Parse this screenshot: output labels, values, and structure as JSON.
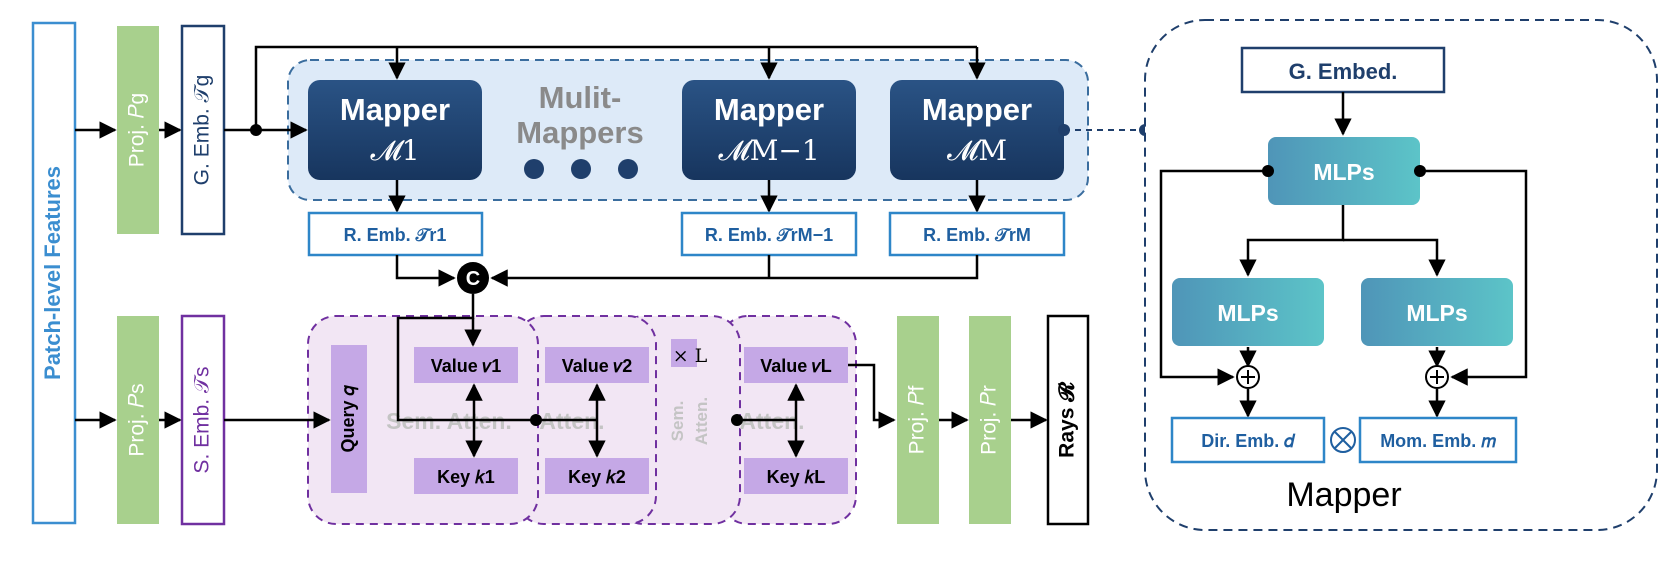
{
  "input_features": "Patch-level Features",
  "proj_g": "Proj. 𝑃g",
  "g_emb": "G. Emb. 𝒯g",
  "multi_mappers": [
    "Mulit-",
    "Mappers"
  ],
  "mappers": [
    {
      "line1": "Mapper",
      "line2": "𝓜1"
    },
    {
      "line1": "Mapper",
      "line2": "𝓜M−1"
    },
    {
      "line1": "Mapper",
      "line2": "𝓜M"
    }
  ],
  "r_embs": [
    "R. Emb. 𝒯r1",
    "R. Emb. 𝒯rM−1",
    "R. Emb. 𝒯rM"
  ],
  "concat_symbol": "C",
  "proj_s": "Proj. 𝑃s",
  "s_emb": "S. Emb. 𝒯s",
  "query": "Query 𝑞",
  "values": [
    "Value 𝑣1",
    "Value 𝑣2",
    "Value 𝑣L"
  ],
  "keys": [
    "Key 𝑘1",
    "Key 𝑘2",
    "Key 𝑘L"
  ],
  "sem_atten_main": "Sem. Atten.",
  "atten_label": "Atten.",
  "repeat": "× L",
  "sem_atten_stack": [
    "Sem.",
    "Atten."
  ],
  "proj_f": "Proj. 𝑃f",
  "proj_r": "Proj. 𝑃r",
  "rays": "Rays 𝓡",
  "detail": {
    "g_embed": "G. Embed.",
    "mlps": [
      "MLPs",
      "MLPs",
      "MLPs"
    ],
    "plus": "⊕",
    "dir_emb": "Dir. Emb. 𝑑",
    "mom_emb": "Mom. Emb. 𝑚",
    "otimes": "⊗",
    "title": "Mapper"
  },
  "colors": {
    "green": "#a8d08d",
    "navy": "#1f3f6c",
    "light_blue_panel": "#ddeaf8",
    "dashed_blue": "#3a6d9e",
    "purple": "#7030a0",
    "lavender": "#c5a8e6",
    "pink_panel": "#f2e6f4",
    "teal": "#4aaab9",
    "outline_blue": "#2e86c8"
  }
}
